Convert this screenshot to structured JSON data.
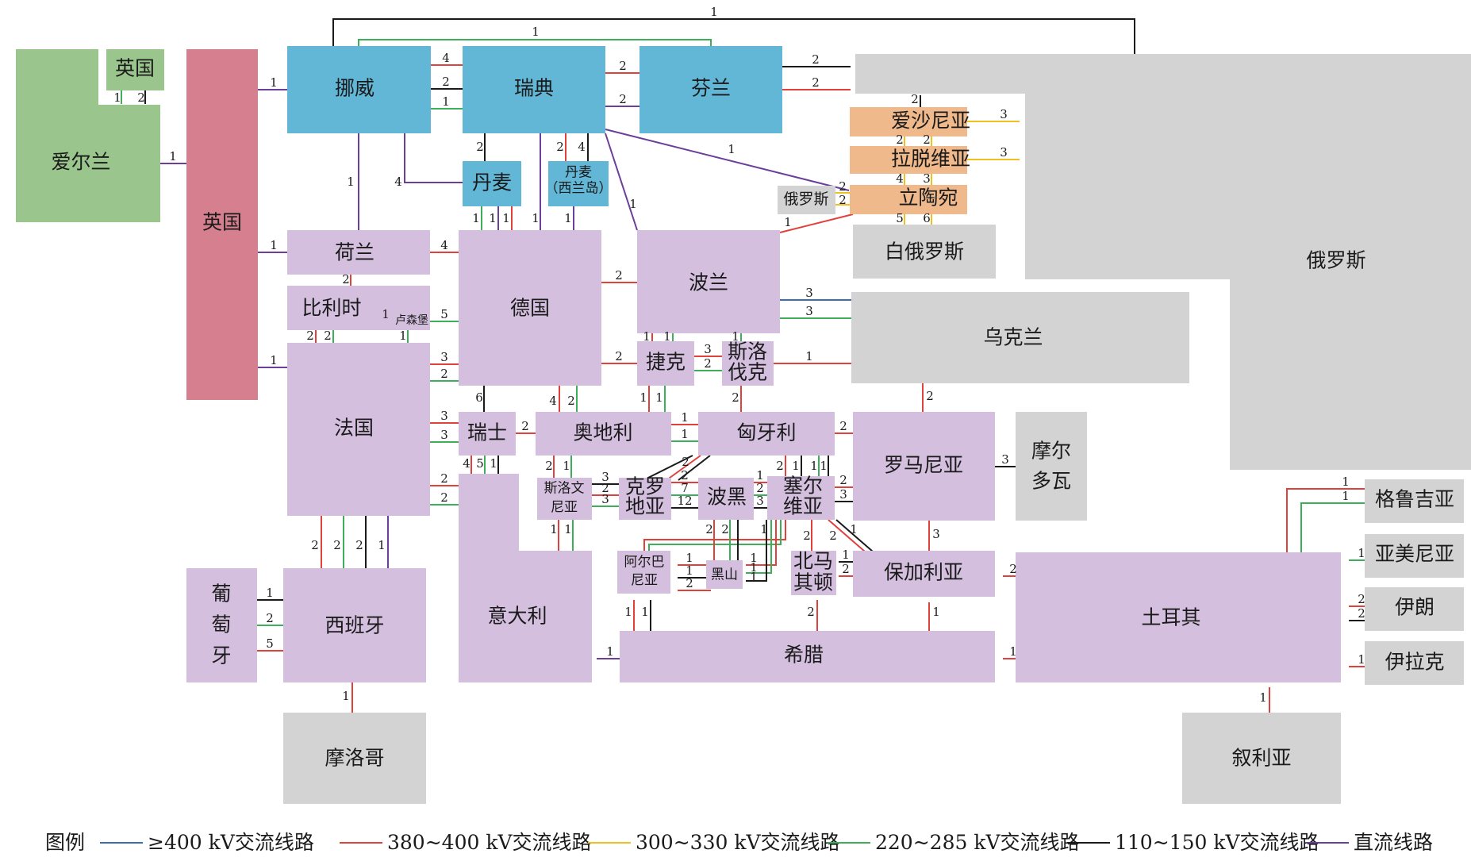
{
  "colors": {
    "purple_box": "#d4bfdf",
    "blue_box": "#62b6d6",
    "green_box": "#9ac68e",
    "pink_box": "#d6808f",
    "gray_box": "#d3d3d3",
    "orange_box": "#efb98c",
    "line_400": "#3b6fb0",
    "line_380": "#e0413a",
    "line_300": "#f0c020",
    "line_220": "#3fae5a",
    "line_110": "#1a1a1a",
    "line_dc": "#6b3e99"
  },
  "nodes": {
    "uk_small": "英国",
    "ireland": "爱尔兰",
    "uk": "英国",
    "norway": "挪威",
    "sweden": "瑞典",
    "finland": "芬兰",
    "denmark": "丹麦",
    "denmark_west_1": "丹麦",
    "denmark_west_2": "（西兰岛）",
    "netherlands": "荷兰",
    "belgium": "比利时",
    "luxembourg": "卢森堡",
    "france": "法国",
    "germany": "德国",
    "poland": "波兰",
    "czech": "捷克",
    "slovakia_1": "斯洛",
    "slovakia_2": "伐克",
    "ukraine": "乌克兰",
    "russia": "俄罗斯",
    "russia_small": "俄罗斯",
    "belarus": "白俄罗斯",
    "estonia": "爱沙尼亚",
    "latvia": "拉脱维亚",
    "lithuania": "立陶宛",
    "switzerland": "瑞士",
    "austria": "奥地利",
    "hungary": "匈牙利",
    "romania": "罗马尼亚",
    "moldova_1": "摩尔",
    "moldova_2": "多瓦",
    "slovenia_1": "斯洛文",
    "slovenia_2": "尼亚",
    "croatia_1": "克罗",
    "croatia_2": "地亚",
    "bosnia": "波黑",
    "serbia_1": "塞尔",
    "serbia_2": "维亚",
    "albania_1": "阿尔巴",
    "albania_2": "尼亚",
    "montenegro": "黑山",
    "macedonia_1": "北马",
    "macedonia_2": "其顿",
    "bulgaria": "保加利亚",
    "italy": "意大利",
    "greece": "希腊",
    "turkey": "土耳其",
    "georgia": "格鲁吉亚",
    "armenia": "亚美尼亚",
    "iran": "伊朗",
    "iraq": "伊拉克",
    "syria": "叙利亚",
    "portugal_1": "葡",
    "portugal_2": "萄",
    "portugal_3": "牙",
    "spain": "西班牙",
    "morocco": "摩洛哥"
  },
  "numbers": {
    "n_top": "1",
    "n_top2": "1",
    "n_ie_uk": "1",
    "n_uksm_a": "1",
    "n_uksm_b": "2",
    "n_uk_no": "1",
    "n_uk_nl": "1",
    "n_uk_fr": "1",
    "n_no_se_4": "4",
    "n_no_se_2": "2",
    "n_no_se_1": "1",
    "n_se_fi_a": "2",
    "n_se_fi_b": "2",
    "n_fi_ru_a": "2",
    "n_fi_ru_b": "2",
    "n_no_nl": "1",
    "n_no_dk": "4",
    "n_se_dk": "2",
    "n_se_dkw_a": "2",
    "n_se_dkw_b": "4",
    "n_se_lt": "1",
    "n_se_pl": "1",
    "n_dk_de_a": "1",
    "n_dk_de_b": "1",
    "n_dk_de_c": "1",
    "n_se_de": "1",
    "n_dkw_de": "1",
    "n_nl_de": "4",
    "n_nl_be": "2",
    "n_lu_de": "5",
    "n_be_lu": "1",
    "n_be_fr_a": "2",
    "n_be_fr_b": "2",
    "n_lu_fr": "1",
    "n_fr_de_a": "3",
    "n_fr_de_b": "2",
    "n_fr_ch_a": "3",
    "n_fr_ch_b": "3",
    "n_fr_it_a": "2",
    "n_fr_it_b": "2",
    "n_fr_es_a": "2",
    "n_fr_es_b": "2",
    "n_fr_es_c": "2",
    "n_fr_es_d": "1",
    "n_de_pl": "2",
    "n_de_cz": "2",
    "n_de_ch": "6",
    "n_de_at_a": "4",
    "n_de_at_b": "2",
    "n_pl_cz_a": "1",
    "n_pl_cz_b": "1",
    "n_pl_sk": "1",
    "n_pl_ua_a": "3",
    "n_pl_ua_b": "3",
    "n_cz_sk_a": "3",
    "n_cz_sk_b": "2",
    "n_sk_ua": "1",
    "n_cz_at_a": "1",
    "n_cz_at_b": "1",
    "n_sk_hu": "2",
    "n_ee": "2",
    "n_ee_ru": "3",
    "n_ee_lv_a": "2",
    "n_ee_lv_b": "2",
    "n_lv_ru": "3",
    "n_lv_lt_a": "4",
    "n_lv_lt_b": "3",
    "n_ru_lt_a": "2",
    "n_ru_lt_b": "2",
    "n_pl_lt": "1",
    "n_lt_by_a": "5",
    "n_lt_by_b": "6",
    "n_ch_at": "2",
    "n_ch_it_a": "4",
    "n_ch_it_b": "5",
    "n_ch_it_c": "1",
    "n_at_hu_a": "1",
    "n_at_hu_b": "1",
    "n_at_si_a": "2",
    "n_at_si_b": "1",
    "n_hu_ro": "2",
    "n_ua_ro": "2",
    "n_ro_md": "3",
    "n_hu_hr": "2",
    "n_hu_rs_a": "2",
    "n_hu_rs_b": "1",
    "n_si_hr_a": "3",
    "n_si_hr_b": "2",
    "n_si_hr_c": "3",
    "n_hr_ba_a": "2",
    "n_hr_ba_b": "7",
    "n_hr_ba_c": "12",
    "n_ba_rs_a": "1",
    "n_ba_rs_b": "2",
    "n_ba_rs_c": "3",
    "n_rs_ro_a": "2",
    "n_rs_ro_b": "3",
    "n_rs_hu_a": "1",
    "n_rs_hu_b": "1",
    "n_ro_bg": "3",
    "n_rs_bg": "1",
    "n_si_it_a": "1",
    "n_si_it_b": "1",
    "n_rs_mk": "2",
    "n_mk_bg_a": "1",
    "n_mk_bg_b": "2",
    "n_rs_me": "2",
    "n_al_me_a": "1",
    "n_al_me_b": "1",
    "n_al_me_c": "2",
    "n_ba_me_a": "2",
    "n_ba_me_b": "2",
    "n_me_rs_a": "1",
    "n_me_rs_b": "1",
    "n_me_rs_c": "1",
    "n_me_rs_d": "1",
    "n_al_gr_a": "1",
    "n_al_gr_b": "1",
    "n_mk_gr": "2",
    "n_bg_gr": "1",
    "n_it_gr": "1",
    "n_bg_tr": "2",
    "n_gr_tr": "1",
    "n_tr_ge_a": "1",
    "n_tr_ge_b": "1",
    "n_tr_am": "1",
    "n_tr_ir_a": "2",
    "n_tr_ir_b": "2",
    "n_tr_iq": "1",
    "n_tr_sy": "1",
    "n_pt_es_a": "1",
    "n_pt_es_b": "2",
    "n_pt_es_c": "5",
    "n_es_ma": "1"
  },
  "legend": {
    "title": "图例",
    "items": [
      {
        "label": "≥400 kV交流线路",
        "color": "#3b6fb0"
      },
      {
        "label": "380~400 kV交流线路",
        "color": "#e0413a"
      },
      {
        "label": "300~330 kV交流线路",
        "color": "#f0c020"
      },
      {
        "label": "220~285 kV交流线路",
        "color": "#3fae5a"
      },
      {
        "label": "110~150 kV交流线路",
        "color": "#1a1a1a"
      },
      {
        "label": "直流线路",
        "color": "#6b3e99"
      }
    ]
  }
}
